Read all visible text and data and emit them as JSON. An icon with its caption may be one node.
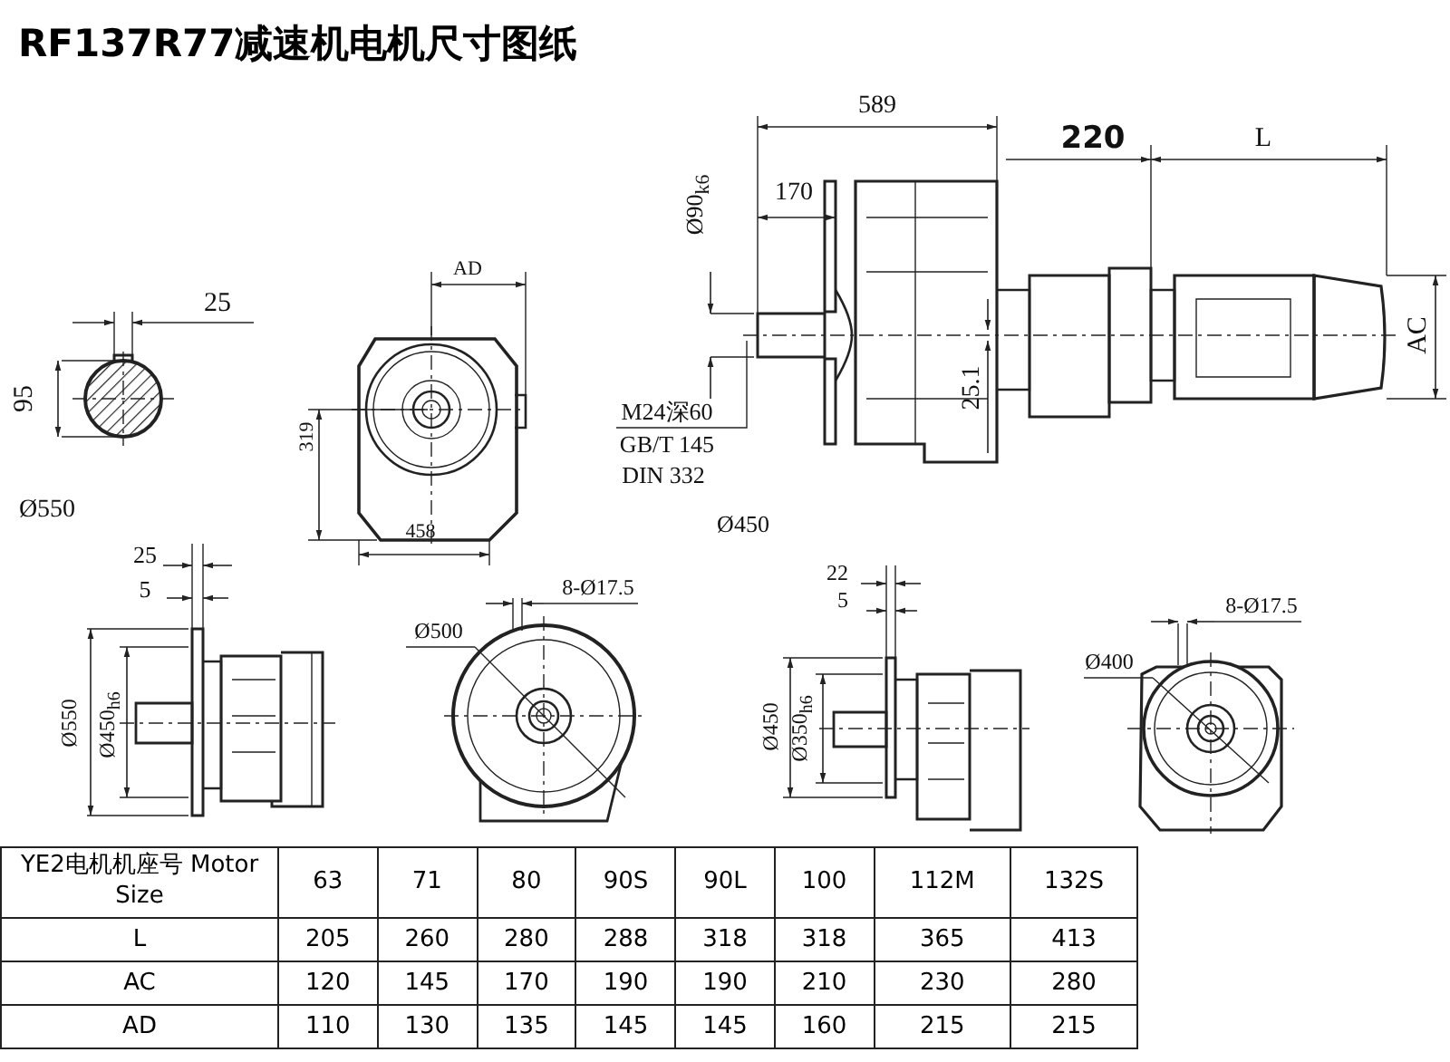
{
  "diagram": {
    "title": "RF137R77减速机电机尺寸图纸",
    "labels": [
      "25",
      "95",
      "Ø550",
      "AD",
      "319",
      "458",
      "589",
      "220",
      "L",
      "Ø90$_{k6}$",
      "170",
      "AC",
      "25.1",
      "M24深60",
      "GB/T 145",
      "DIN 332",
      "Ø450",
      "25",
      "5",
      "Ø550",
      "Ø450$_{h6}$",
      "8-Ø17.5",
      "Ø500",
      "22",
      "5",
      "Ø450",
      "Ø350$_{h6}$",
      "8-Ø17.5",
      "Ø400",
      "YE2电机机座号 Motor Size",
      "63",
      "71",
      "80",
      "90S",
      "90L",
      "100",
      "112M",
      "132S",
      "L",
      "205",
      "260",
      "280",
      "288",
      "318",
      "318",
      "365",
      "413",
      "AC",
      "120",
      "145",
      "170",
      "190",
      "190",
      "210",
      "230",
      "280",
      "AD",
      "110",
      "130",
      "135",
      "145",
      "145",
      "160",
      "215",
      "215"
    ]
  }
}
